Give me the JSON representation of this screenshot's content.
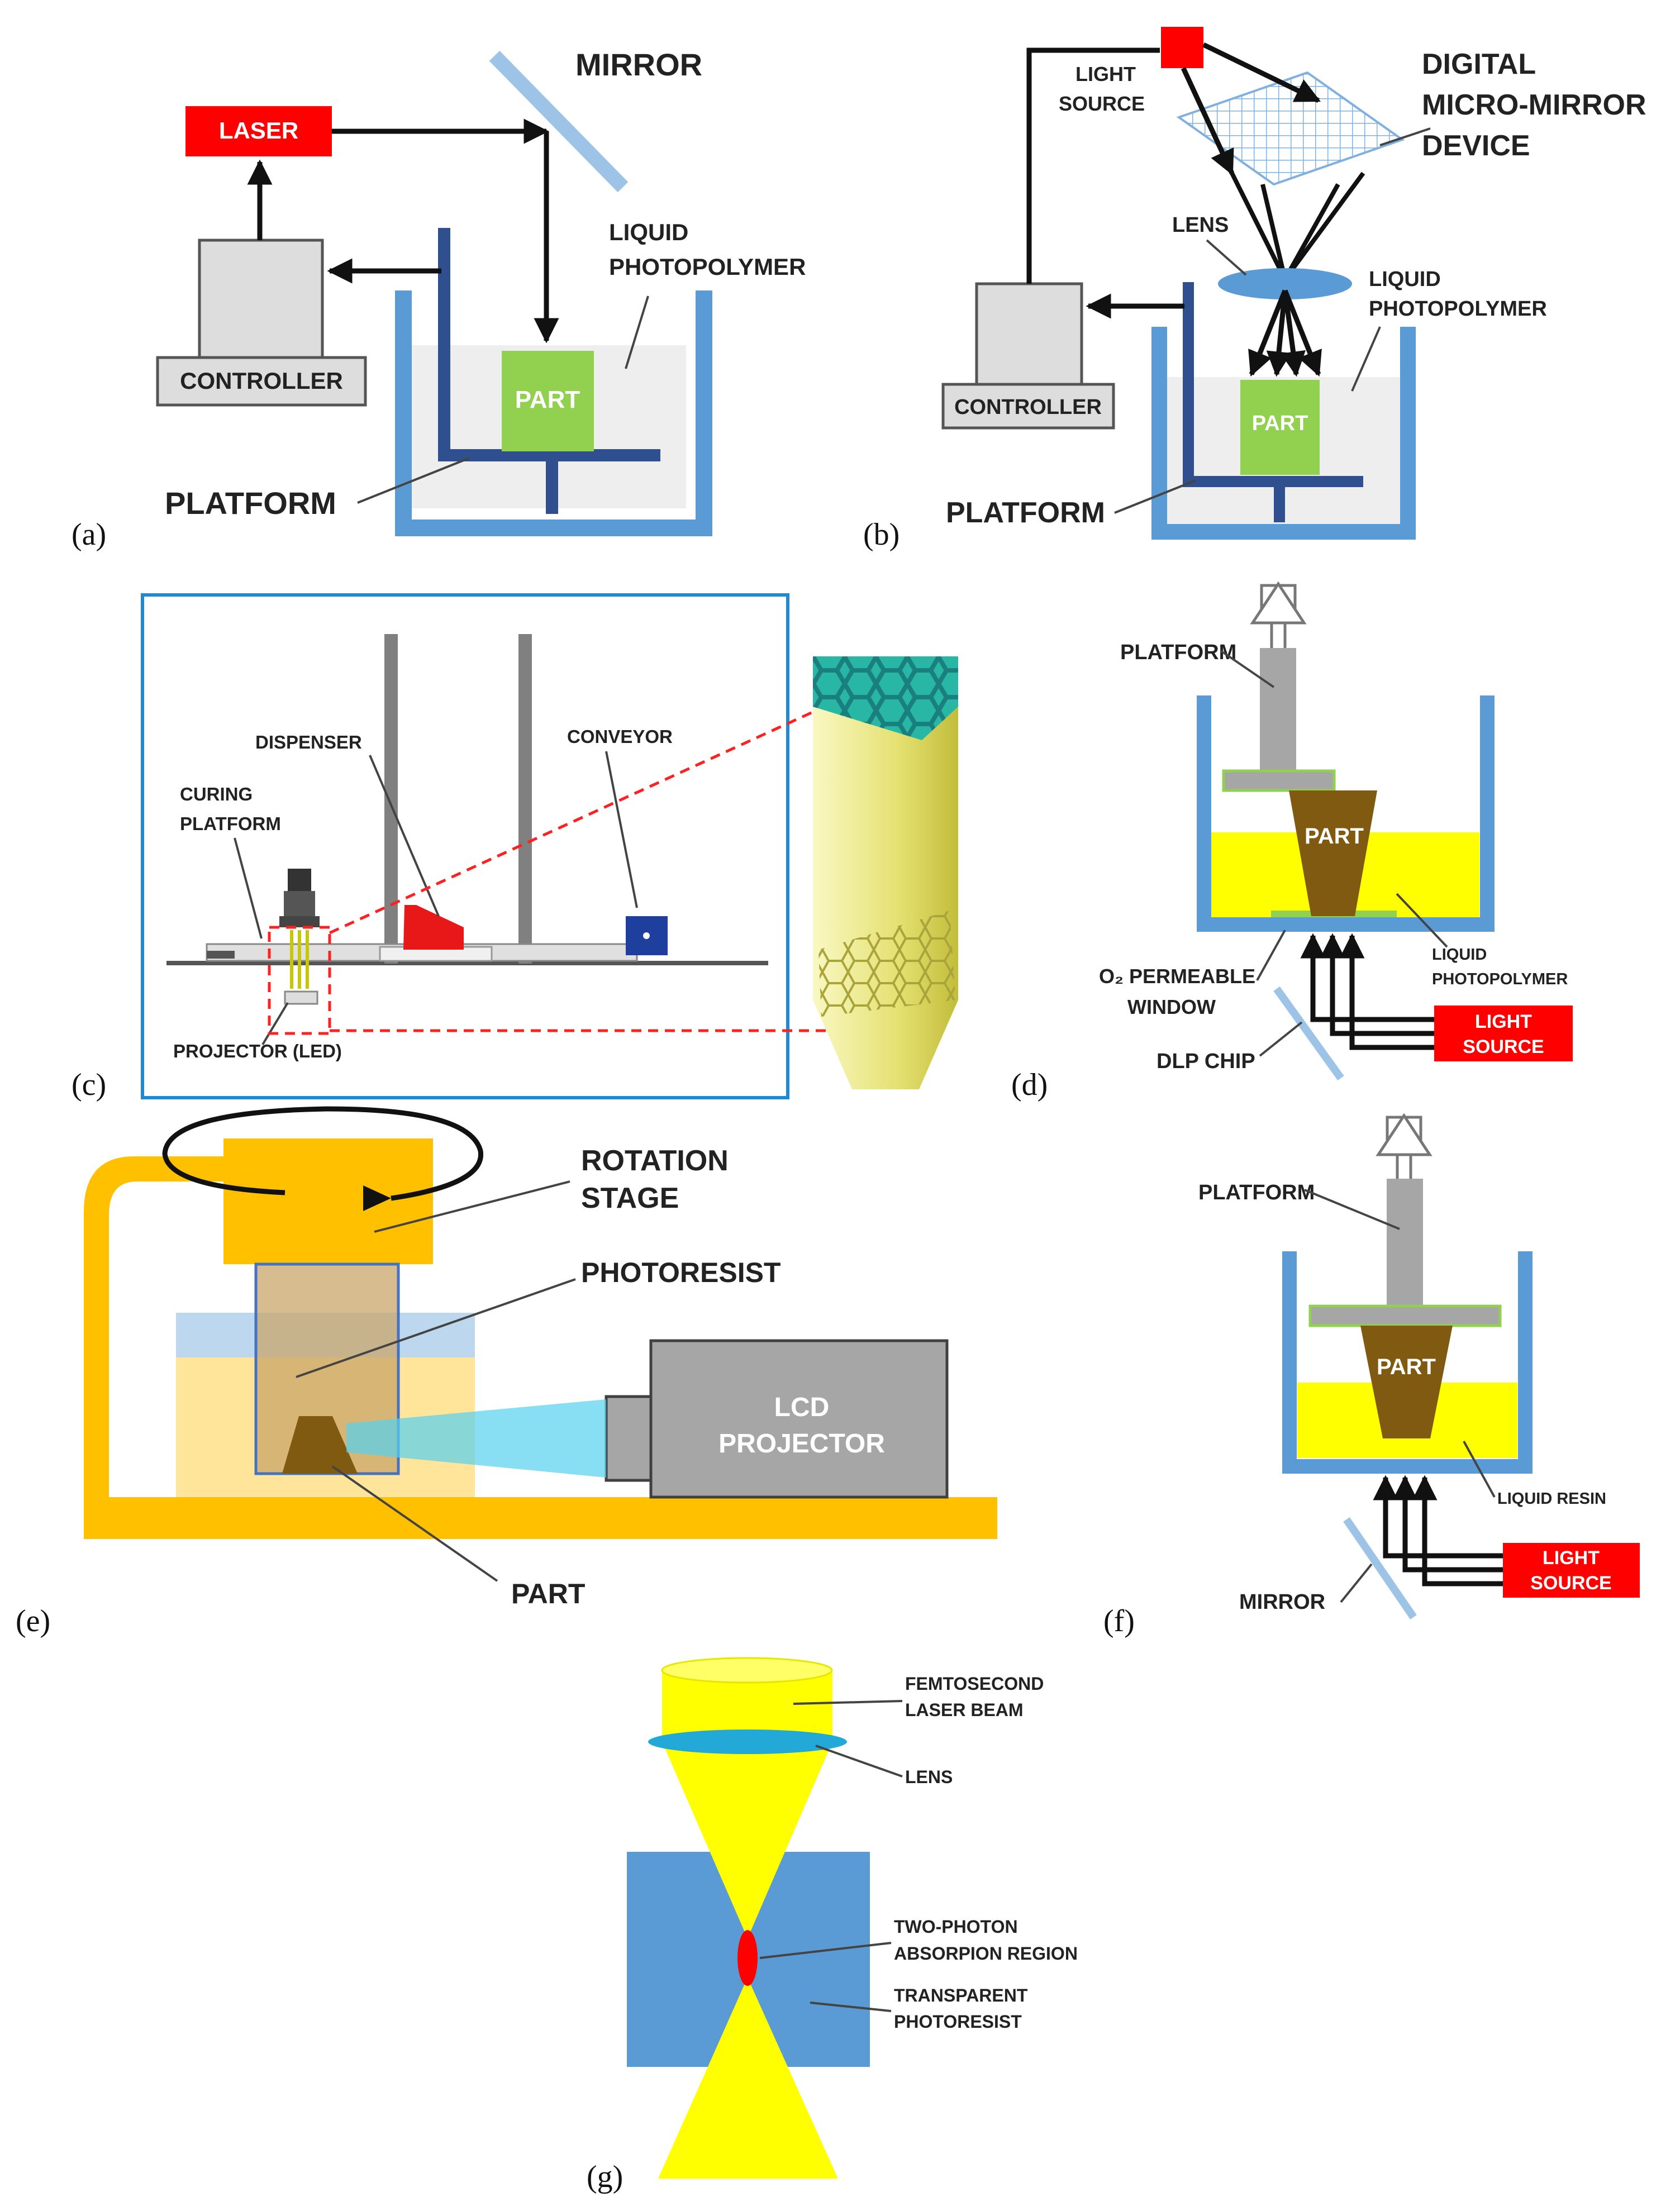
{
  "panel_a": {
    "sub": "(a)",
    "laser": "LASER",
    "mirror": "MIRROR",
    "controller": "CONTROLLER",
    "liquid_1": "LIQUID",
    "liquid_2": "PHOTOPOLYMER",
    "part": "PART",
    "platform": "PLATFORM"
  },
  "panel_b": {
    "sub": "(b)",
    "light_1": "LIGHT",
    "light_2": "SOURCE",
    "dmd_1": "DIGITAL",
    "dmd_2": "MICRO-MIRROR",
    "dmd_3": "DEVICE",
    "lens": "LENS",
    "liquid_1": "LIQUID",
    "liquid_2": "PHOTOPOLYMER",
    "controller": "CONTROLLER",
    "part": "PART",
    "platform": "PLATFORM"
  },
  "panel_c": {
    "sub": "(c)",
    "dispenser": "DISPENSER",
    "conveyor": "CONVEYOR",
    "curing_1": "CURING",
    "curing_2": "PLATFORM",
    "projector": "PROJECTOR (LED)"
  },
  "panel_d": {
    "sub": "(d)",
    "platform": "PLATFORM",
    "part": "PART",
    "liquid_1": "LIQUID",
    "liquid_2": "PHOTOPOLYMER",
    "window_1": "O₂ PERMEABLE",
    "window_2": "WINDOW",
    "dlp": "DLP CHIP",
    "light_1": "LIGHT",
    "light_2": "SOURCE"
  },
  "panel_e": {
    "sub": "(e)",
    "rotation_1": "ROTATION",
    "rotation_2": "STAGE",
    "photoresist": "PHOTORESIST",
    "lcd_1": "LCD",
    "lcd_2": "PROJECTOR",
    "part": "PART"
  },
  "panel_f": {
    "sub": "(f)",
    "platform": "PLATFORM",
    "part": "PART",
    "resin": "LIQUID RESIN",
    "mirror": "MIRROR",
    "light_1": "LIGHT",
    "light_2": "SOURCE"
  },
  "panel_g": {
    "sub": "(g)",
    "beam_1": "FEMTOSECOND",
    "beam_2": "LASER BEAM",
    "lens": "LENS",
    "region_1": "TWO-PHOTON",
    "region_2": "ABSORPION REGION",
    "resist_1": "TRANSPARENT",
    "resist_2": "PHOTORESIST"
  },
  "colors": {
    "vat_blue": "#5b9bd5",
    "platform_navy": "#2f4f8f",
    "part_green": "#92d050",
    "laser_red": "#ff0000",
    "resin_yellow": "#ffff00",
    "part_brown": "#7f5a10",
    "stage_orange": "#ffc000"
  }
}
